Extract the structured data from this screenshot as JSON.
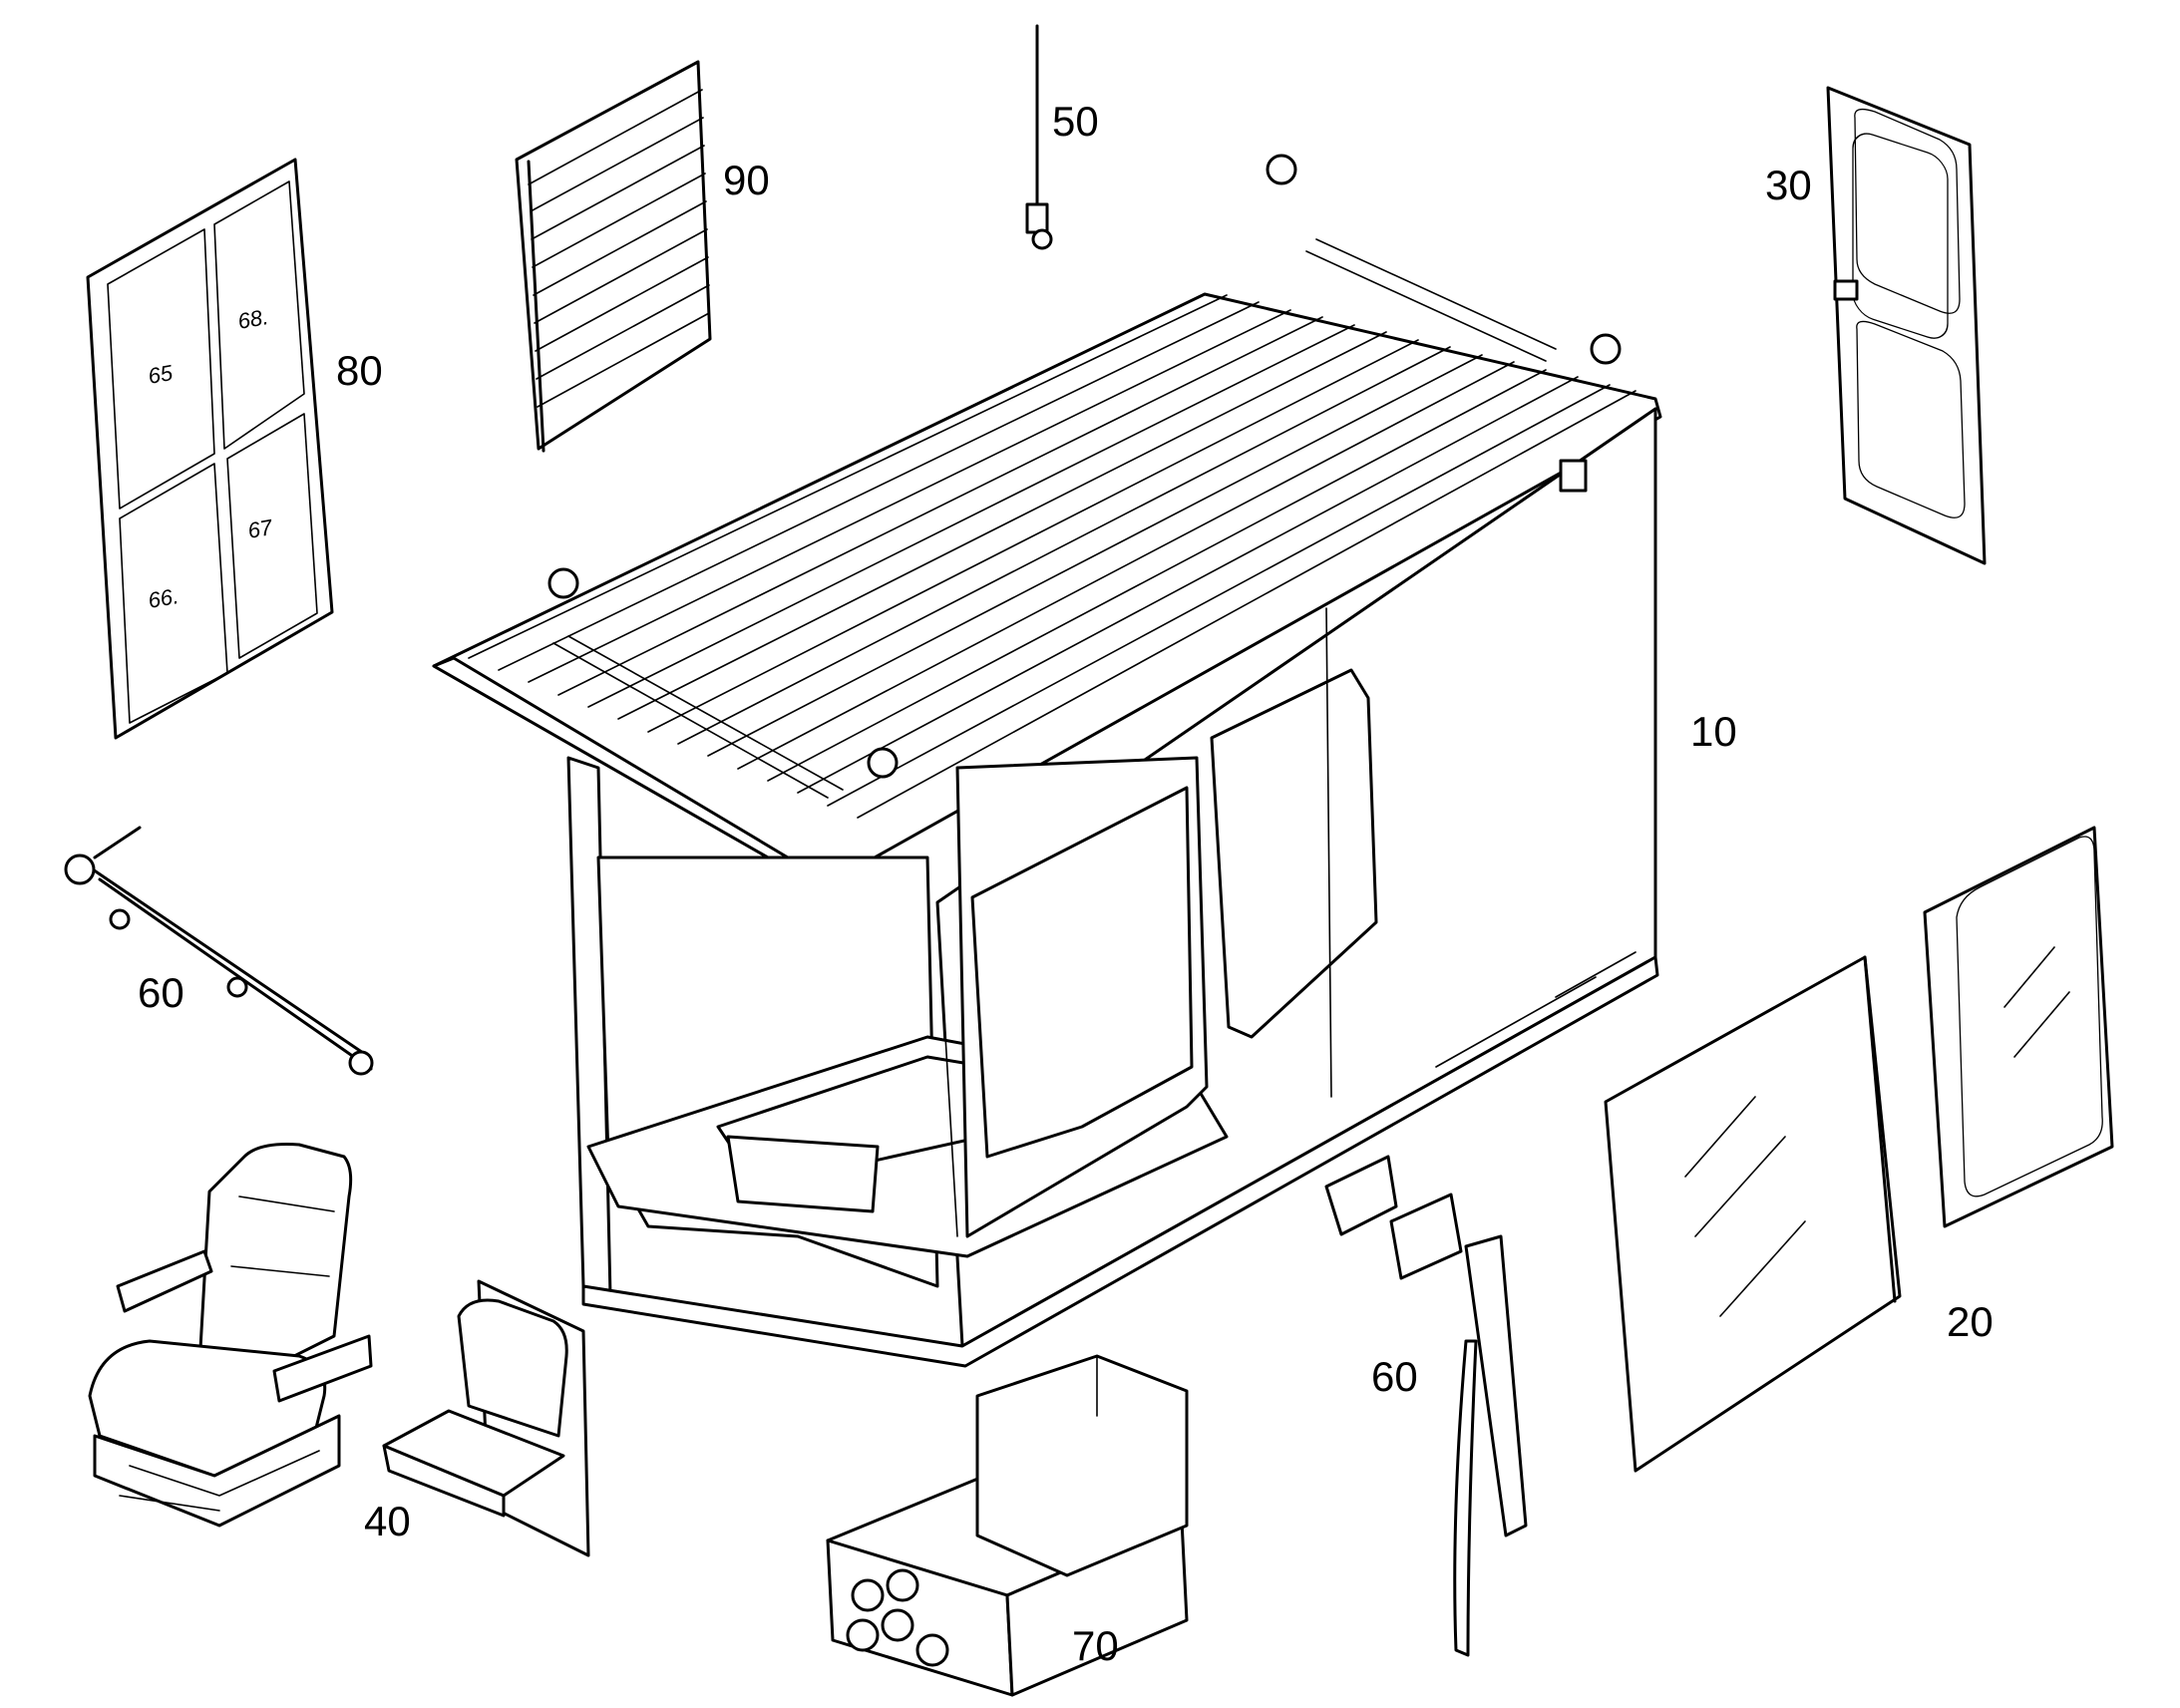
{
  "diagram": {
    "callouts": {
      "c10": "10",
      "c20": "20",
      "c30": "30",
      "c40": "40",
      "c50": "50",
      "c60_left": "60",
      "c60_right": "60",
      "c70": "70",
      "c80": "80",
      "c90": "90"
    },
    "panel_labels": {
      "p65": "65",
      "p66": "66.",
      "p67": "67",
      "p68": "68."
    }
  }
}
